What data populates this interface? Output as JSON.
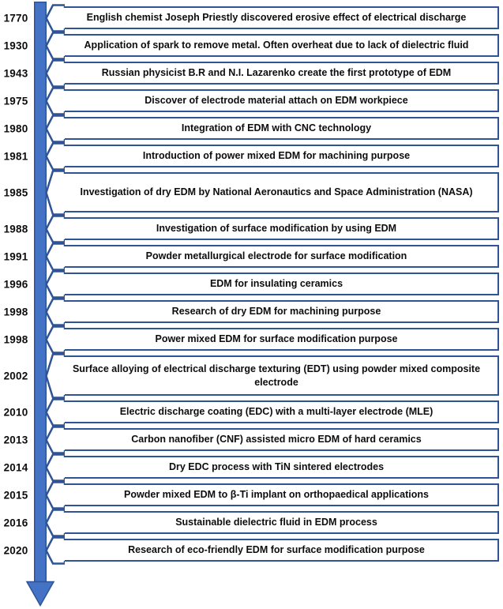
{
  "colors": {
    "bar_fill": "#4472C4",
    "bar_stroke": "#2F5496",
    "banner_border": "#2F5496",
    "banner_fill": "#ffffff",
    "text": "#0d0d0d"
  },
  "timeline": {
    "items": [
      {
        "year": "1770",
        "text": "English chemist Joseph Priestly discovered erosive effect of electrical discharge"
      },
      {
        "year": "1930",
        "text": "Application of spark to remove metal. Often overheat due to lack of dielectric fluid"
      },
      {
        "year": "1943",
        "text": "Russian physicist B.R and N.I. Lazarenko create the first prototype of EDM"
      },
      {
        "year": "1975",
        "text": "Discover of electrode material attach on EDM workpiece"
      },
      {
        "year": "1980",
        "text": "Integration of EDM with CNC technology"
      },
      {
        "year": "1981",
        "text": "Introduction of power mixed EDM for machining purpose"
      },
      {
        "year": "1985",
        "text": "Investigation of dry EDM by National Aeronautics and Space Administration (NASA)"
      },
      {
        "year": "1988",
        "text": "Investigation of surface modification by using EDM"
      },
      {
        "year": "1991",
        "text": "Powder metallurgical electrode for surface modification"
      },
      {
        "year": "1996",
        "text": "EDM for insulating ceramics"
      },
      {
        "year": "1998",
        "text": "Research of dry EDM for machining purpose"
      },
      {
        "year": "1998",
        "text": "Power mixed EDM for surface modification purpose"
      },
      {
        "year": "2002",
        "text": "Surface alloying of electrical discharge texturing (EDT) using powder mixed composite electrode"
      },
      {
        "year": "2010",
        "text": "Electric discharge coating (EDC) with a multi-layer electrode (MLE)"
      },
      {
        "year": "2013",
        "text": "Carbon nanofiber (CNF) assisted micro EDM of hard ceramics"
      },
      {
        "year": "2014",
        "text": "Dry EDC process with TiN sintered electrodes"
      },
      {
        "year": "2015",
        "text": "Powder mixed EDM to β-Ti implant on orthopaedical applications"
      },
      {
        "year": "2016",
        "text": "Sustainable dielectric fluid in EDM process"
      },
      {
        "year": "2020",
        "text": "Research of eco-friendly EDM for surface modification purpose"
      }
    ]
  }
}
